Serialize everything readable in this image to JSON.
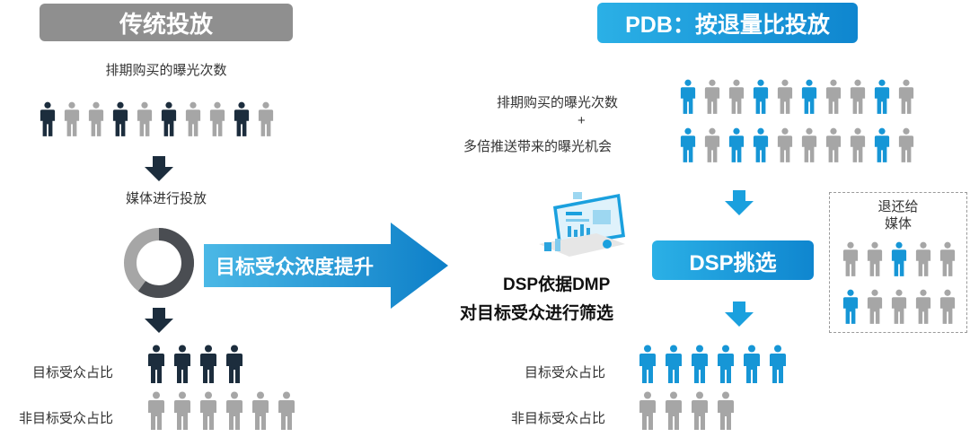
{
  "colors": {
    "dark": "#1c2d3d",
    "gray": "#a6a6a6",
    "blue": "#1696d6",
    "header_gray": "#8f8f8f",
    "header_blue": "#1399da",
    "arrow_blue": "#1aa0de"
  },
  "left": {
    "header": "传统投放",
    "purchased_label": "排期购买的曝光次数",
    "media_label": "媒体进行投放",
    "target_label": "目标受众占比",
    "nontarget_label": "非目标受众占比",
    "purchased_row": [
      "dark",
      "gray",
      "gray",
      "dark",
      "gray",
      "dark",
      "gray",
      "gray",
      "dark",
      "gray"
    ],
    "target_row": [
      "dark",
      "dark",
      "dark",
      "dark"
    ],
    "nontarget_row": [
      "gray",
      "gray",
      "gray",
      "gray",
      "gray",
      "gray"
    ],
    "donut": {
      "filled_fraction": 0.6
    }
  },
  "middle": {
    "arrow_label": "目标受众浓度提升",
    "dsp_line1": "DSP依据DMP",
    "dsp_line2": "对目标受众进行筛选",
    "illustration_icon": "computer-dashboard-icon"
  },
  "right": {
    "header": "PDB：按退量比投放",
    "purchased_label": "排期购买的曝光次数",
    "plus": "+",
    "multi_label": "多倍推送带来的曝光机会",
    "dsp_box": "DSP挑选",
    "return_label_line1": "退还给",
    "return_label_line2": "媒体",
    "target_label": "目标受众占比",
    "nontarget_label": "非目标受众占比",
    "grid_row1": [
      "blue",
      "gray",
      "gray",
      "blue",
      "gray",
      "blue",
      "gray",
      "gray",
      "blue",
      "gray"
    ],
    "grid_row2": [
      "blue",
      "gray",
      "blue",
      "blue",
      "gray",
      "gray",
      "gray",
      "gray",
      "blue",
      "gray"
    ],
    "return_row1": [
      "gray",
      "gray",
      "blue",
      "gray",
      "gray"
    ],
    "return_row2": [
      "blue",
      "gray",
      "gray",
      "gray",
      "gray"
    ],
    "target_row": [
      "blue",
      "blue",
      "blue",
      "blue",
      "blue",
      "blue"
    ],
    "nontarget_row": [
      "gray",
      "gray",
      "gray",
      "gray"
    ]
  }
}
